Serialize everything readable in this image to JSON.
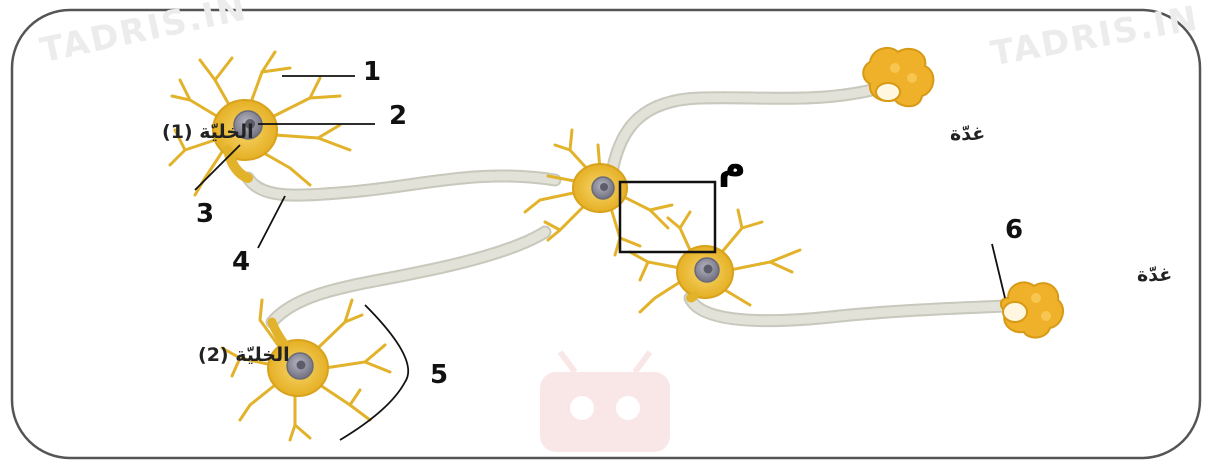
{
  "watermark": {
    "left": "TADRIS.IN",
    "right": "TADRIS.IN"
  },
  "labels": {
    "cell1": "الخليّة (1)",
    "cell2": "الخليّة (2)",
    "gland_top": "غدّة",
    "gland_right": "غدّة",
    "box_marker": "م"
  },
  "callouts": [
    "1",
    "2",
    "3",
    "4",
    "5",
    "6"
  ],
  "colors": {
    "frame": "#555555",
    "dendrite": "#e6b52c",
    "body": "#f2c64a",
    "nucleus": "#8d8d9a",
    "axon": "#d9d9cf",
    "gland": "#f0b12a",
    "line": "#111111"
  }
}
